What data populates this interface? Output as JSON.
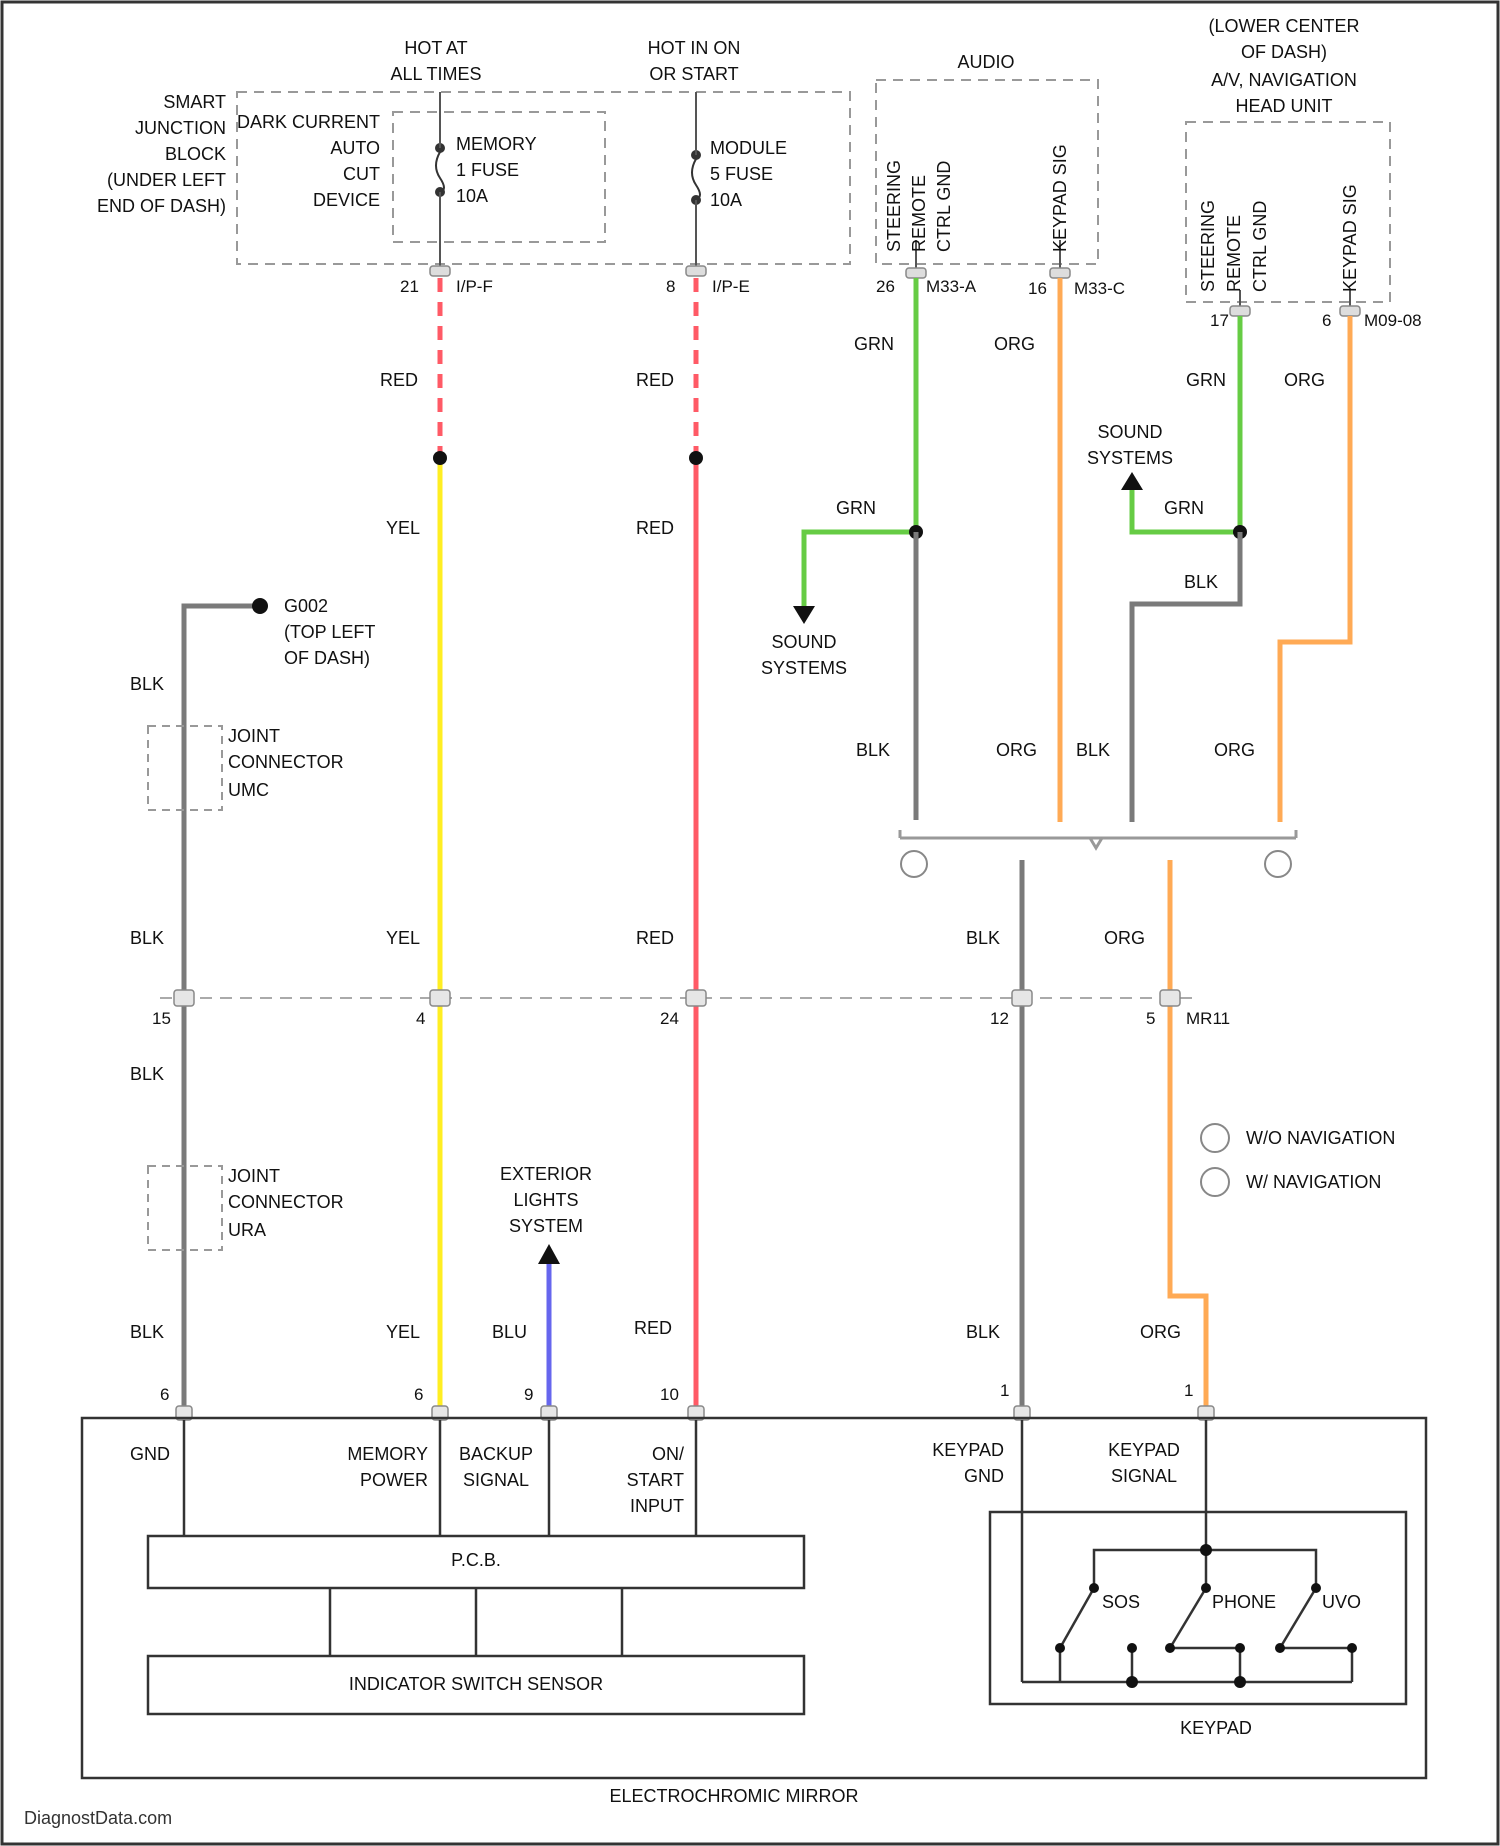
{
  "colors": {
    "RED": "#ff5a66",
    "YEL": "#ffee22",
    "BLK": "#7a7a7a",
    "GRN": "#66cc44",
    "ORG": "#ffaa55",
    "BLU": "#6666ee",
    "outline": "#333333",
    "dashed": "#999999"
  },
  "labels": {
    "smart_junction": [
      "SMART",
      "JUNCTION",
      "BLOCK",
      "(UNDER LEFT",
      "END OF DASH)"
    ],
    "dark_current": [
      "DARK CURRENT",
      "AUTO",
      "CUT",
      "DEVICE"
    ],
    "hot_at_all_times": [
      "HOT AT",
      "ALL TIMES"
    ],
    "hot_in_on": [
      "HOT IN ON",
      "OR START"
    ],
    "memory_fuse": [
      "MEMORY",
      "1 FUSE",
      "10A"
    ],
    "module_fuse": [
      "MODULE",
      "5 FUSE",
      "10A"
    ],
    "audio": "AUDIO",
    "audio_pins": [
      "STEERING",
      "REMOTE",
      "CTRL GND"
    ],
    "audio_keypad": "KEYPAD SIG",
    "nav_header": [
      "(LOWER CENTER",
      "OF DASH)",
      "A/V, NAVIGATION",
      "HEAD UNIT"
    ],
    "nav_pins": [
      "STEERING",
      "REMOTE",
      "CTRL GND"
    ],
    "nav_keypad": "KEYPAD SIG",
    "gnd": [
      "G002",
      "(TOP LEFT",
      "OF DASH)"
    ],
    "joint_a": [
      "JOINT",
      "CONNECTOR",
      "UMC"
    ],
    "joint_b": [
      "JOINT",
      "CONNECTOR",
      "URA"
    ],
    "sound_system": [
      "SOUND",
      "SYSTEMS"
    ],
    "exterior_lights": [
      "EXTERIOR",
      "LIGHTS",
      "SYSTEM"
    ],
    "legend": [
      "W/O NAVIGATION",
      "W/ NAVIGATION"
    ],
    "mirror_pins": {
      "gnd": "GND",
      "memory_power": [
        "MEMORY",
        "POWER"
      ],
      "backup_signal": [
        "BACKUP",
        "SIGNAL"
      ],
      "on_start": [
        "ON/",
        "START",
        "INPUT"
      ],
      "keypad_gnd": [
        "KEYPAD",
        "GND"
      ],
      "keypad_signal": [
        "KEYPAD",
        "SIGNAL"
      ]
    },
    "pcb": "P.C.B.",
    "indicator": "INDICATOR SWITCH SENSOR",
    "switches": [
      "SOS",
      "PHONE",
      "UVO"
    ],
    "keypad": "KEYPAD",
    "mirror": "ELECTROCHROMIC MIRROR",
    "watermark": "DiagnostData.com"
  },
  "pins": {
    "fuse_a": "21",
    "conn_a": "I/P-F",
    "fuse_b": "8",
    "conn_b": "I/P-E",
    "audio_a": "26",
    "audio_conn_a": "M33-A",
    "audio_b": "16",
    "audio_conn_b": "M33-C",
    "nav_a": "17",
    "nav_b": "6",
    "nav_conn": "M09-08",
    "mid_1": "15",
    "mid_2": "4",
    "mid_3": "24",
    "mid_4": "12",
    "mid_5": "5",
    "mid_conn": "MR11",
    "bot_1": "6",
    "bot_2": "6",
    "bot_3": "9",
    "bot_4": "10",
    "bot_5": "1",
    "bot_6": "1"
  },
  "wires": {
    "red": "RED",
    "yel": "YEL",
    "blk": "BLK",
    "grn": "GRN",
    "org": "ORG",
    "blu": "BLU"
  }
}
